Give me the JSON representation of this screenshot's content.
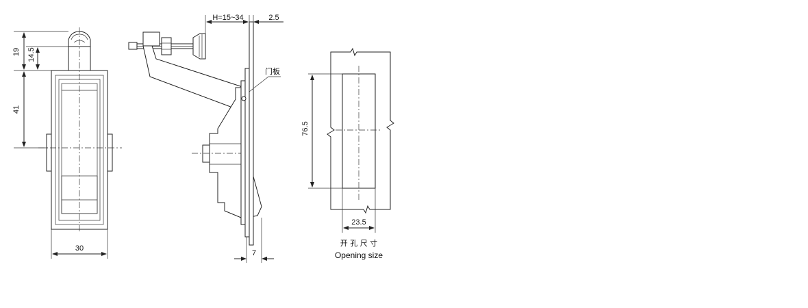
{
  "dimensions": {
    "height_total": "19",
    "height_handle": "14.5",
    "height_body": "41",
    "width_body": "30",
    "grip_range": "H=15~34",
    "panel_thickness": "2.5",
    "base_depth": "7",
    "opening_height": "76.5",
    "opening_width": "23.5"
  },
  "labels": {
    "door_panel": "门板",
    "caption_cn": "开 孔 尺 寸",
    "caption_en": "Opening size"
  }
}
